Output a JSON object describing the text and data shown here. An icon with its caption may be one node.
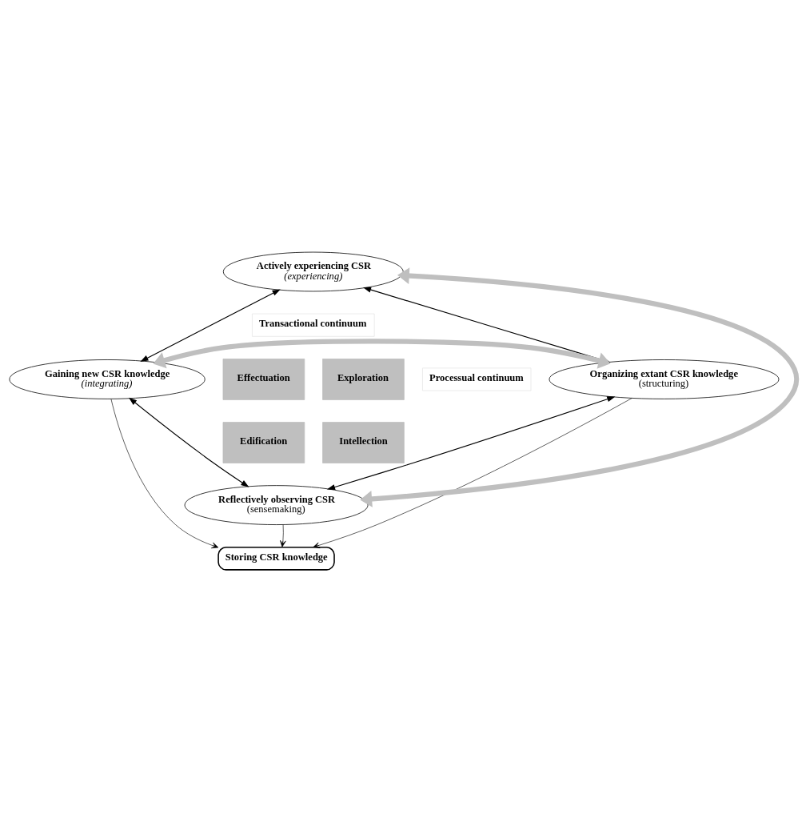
{
  "diagram": {
    "nodes": [
      {
        "text": [
          "Actively experiencing CSR",
          "(experiencing)"
        ]
      },
      {
        "text": [
          "Transactional continuum"
        ]
      },
      {
        "text": [
          "Processual continuum"
        ]
      },
      {
        "text": [
          "Organizing extant CSR knowledge",
          "(structuring)"
        ]
      },
      {
        "text": [
          "Effectuation"
        ]
      },
      {
        "text": [
          "Exploration"
        ]
      },
      {
        "text": [
          "Gaining new CSR knowledge",
          "(integrating)"
        ]
      },
      {
        "text": [
          "Edification"
        ]
      },
      {
        "text": [
          "Intellection"
        ]
      },
      {
        "text": [
          "Reflectively observing CSR",
          "(sensemaking)"
        ]
      },
      {
        "text": [
          "Storing CSR knowledge"
        ]
      }
    ],
    "edges": [
      {
        "from": 0,
        "to": 3,
        "arrow": "both"
      },
      {
        "from": 0,
        "to": 6,
        "arrow": "both"
      },
      {
        "from": 3,
        "to": 9,
        "arrow": "both"
      },
      {
        "from": 6,
        "to": 9,
        "arrow": "both"
      },
      {
        "from": 9,
        "to": 0,
        "arrow": "both",
        "style": "thick",
        "color": "#bfbfbf"
      },
      {
        "from": 3,
        "to": 6,
        "arrow": "both",
        "style": "thick",
        "color": "#bfbfbf"
      },
      {
        "from": 3,
        "to": 10,
        "arrow": "to"
      },
      {
        "from": 9,
        "to": 10,
        "arrow": "to"
      },
      {
        "from": 6,
        "to": 10,
        "arrow": "to"
      }
    ]
  }
}
